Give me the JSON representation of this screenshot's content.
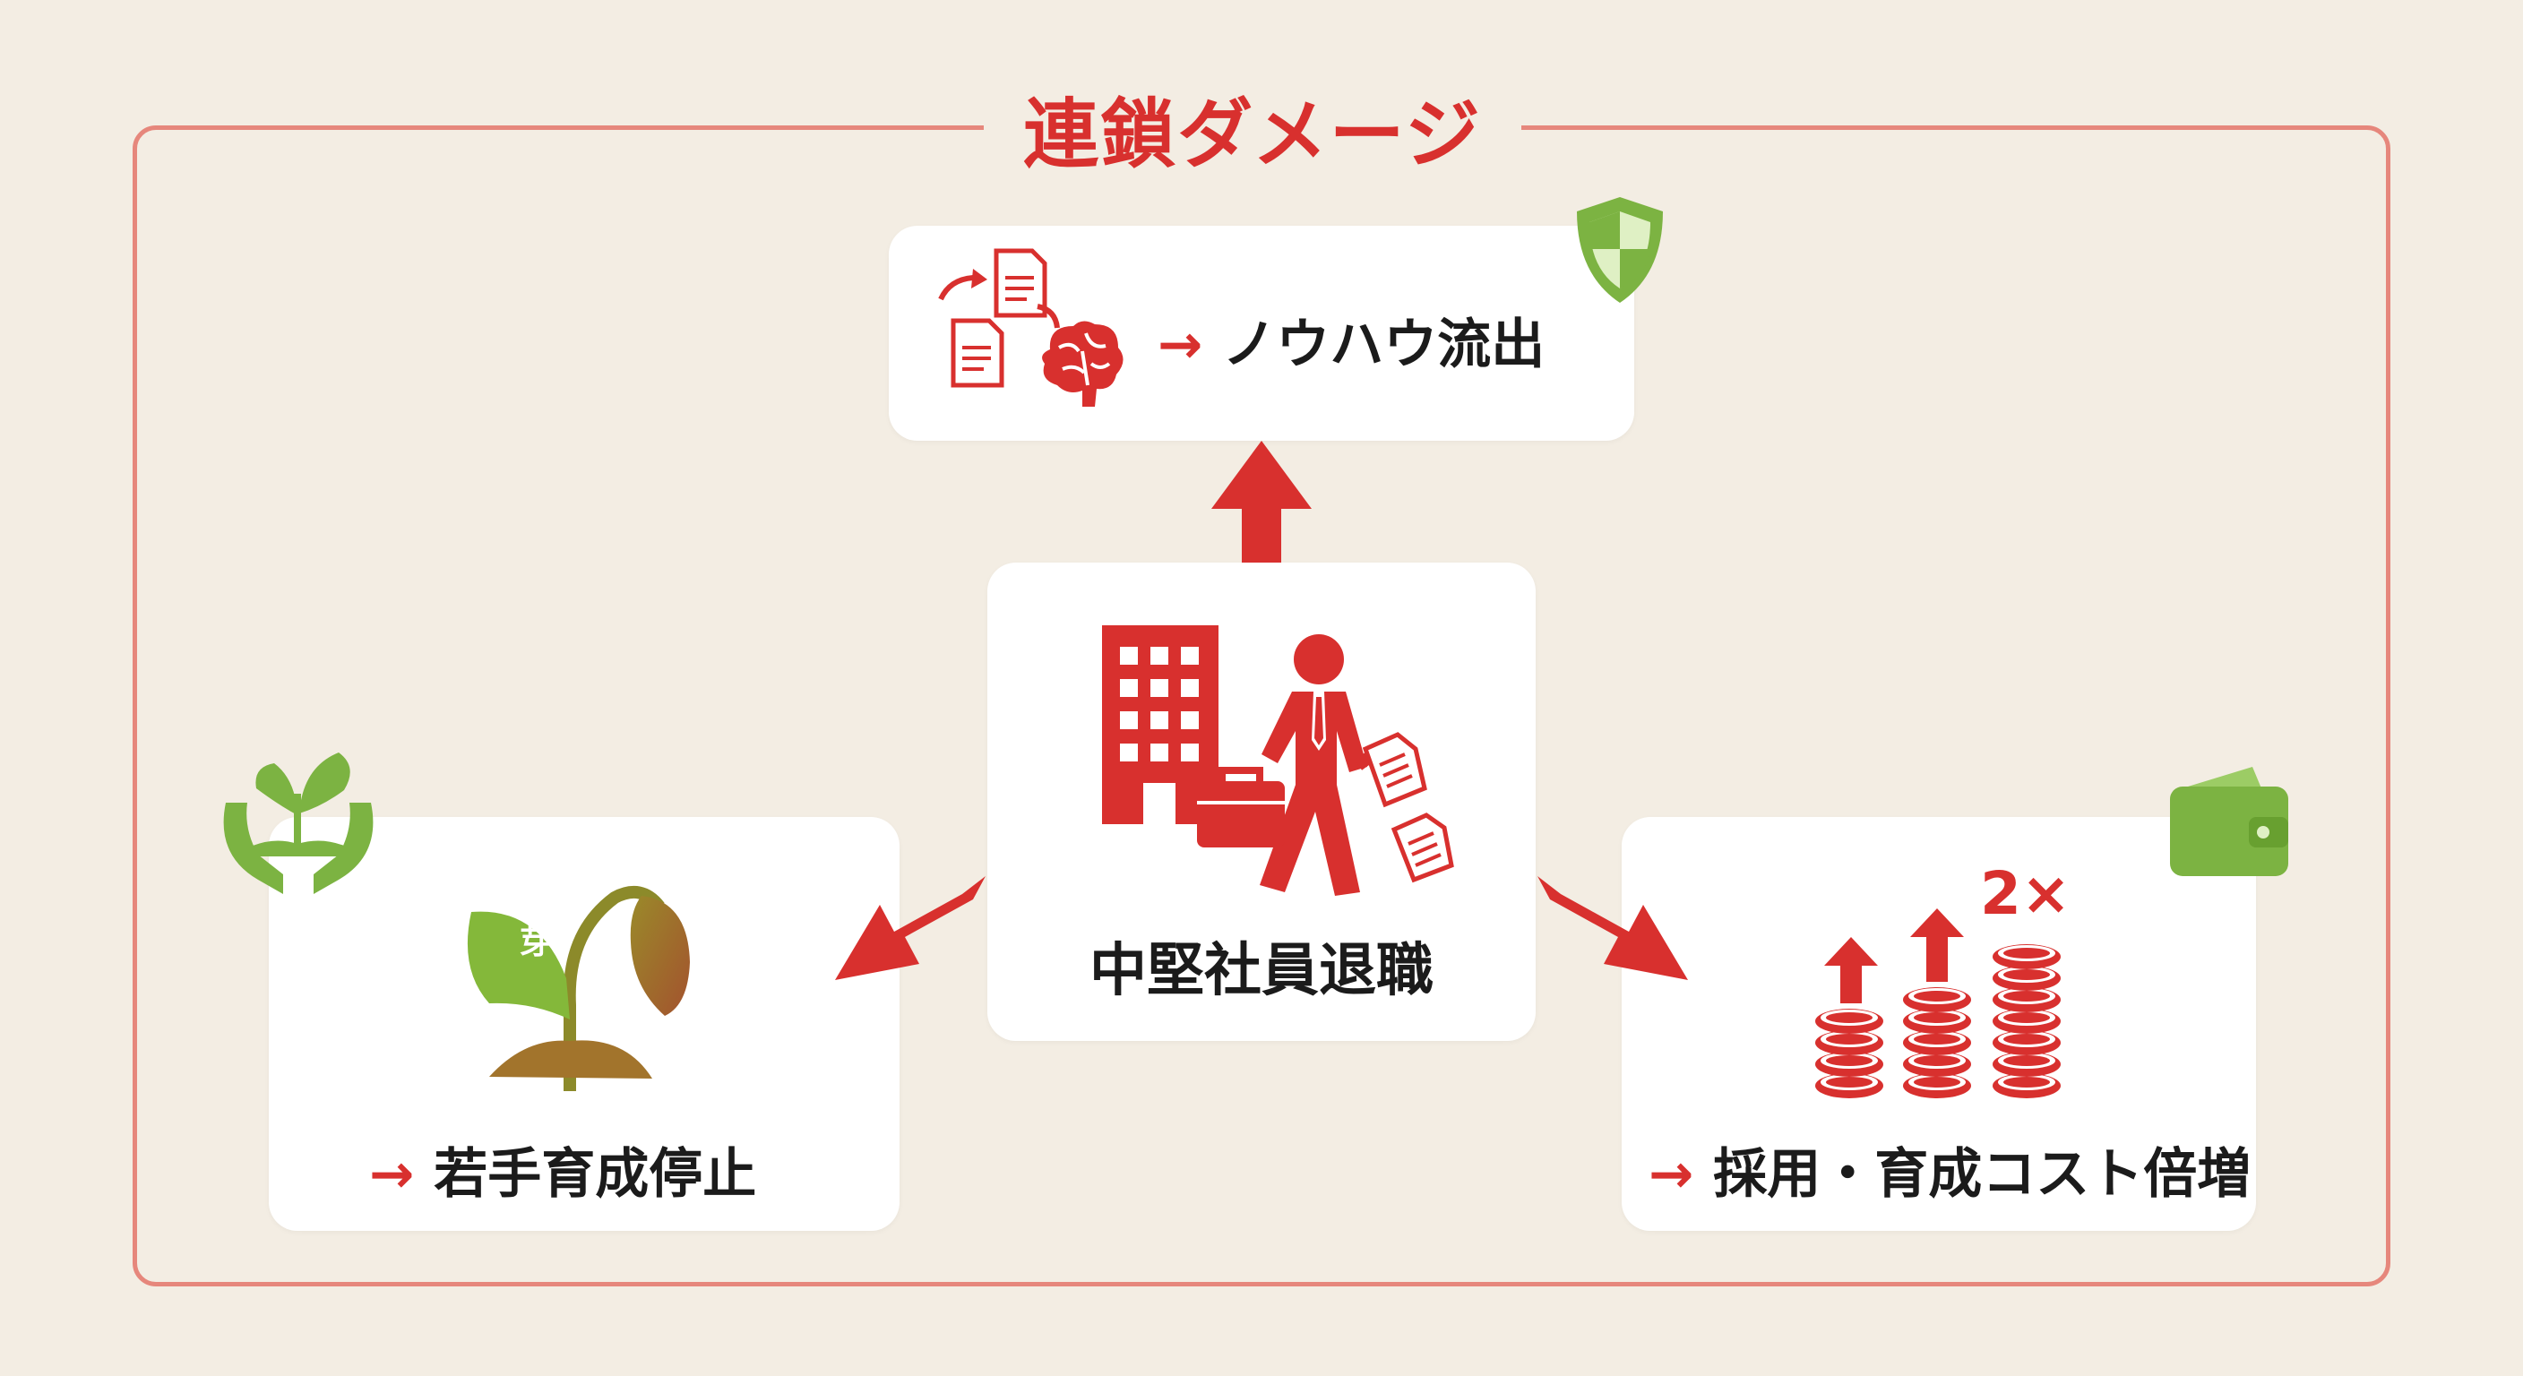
{
  "title": "連鎖ダメージ",
  "center": {
    "label": "中堅社員退職"
  },
  "outcomes": {
    "top": {
      "arrow": "→",
      "label": "ノウハウ流出"
    },
    "left": {
      "arrow": "→",
      "label": "若手育成停止",
      "sprout_text": "芽"
    },
    "right": {
      "arrow": "→",
      "label": "採用・育成コスト倍増",
      "multiplier": "2×"
    }
  },
  "icons": {
    "top": [
      "documents-icon",
      "brain-icon",
      "shield-icon"
    ],
    "center": [
      "office-building-icon",
      "leaving-employee-icon",
      "briefcase-icon",
      "document-icon"
    ],
    "left": [
      "wilting-sprout-icon",
      "hands-sprout-icon"
    ],
    "right": [
      "coin-stacks-icon",
      "up-arrow-icon",
      "wallet-icon"
    ]
  },
  "colors": {
    "accent": "#d8302e",
    "green": "#7cb342",
    "frame": "#e6877c",
    "background": "#f3ede3"
  }
}
